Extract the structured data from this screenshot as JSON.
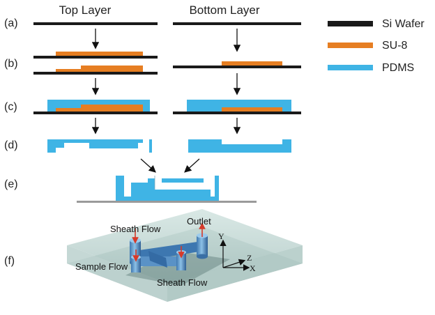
{
  "headers": {
    "top": "Top Layer",
    "bottom": "Bottom Layer"
  },
  "steps": [
    "(a)",
    "(b)",
    "(c)",
    "(d)",
    "(e)",
    "(f)"
  ],
  "legend": [
    {
      "label": "Si Wafer",
      "color": "#1a1a1a"
    },
    {
      "label": "SU-8",
      "color": "#e67e22"
    },
    {
      "label": "PDMS",
      "color": "#3fb4e5"
    }
  ],
  "device_labels": {
    "sheath_top": "Sheath Flow",
    "outlet": "Outlet",
    "sample": "Sample Flow",
    "sheath_bottom": "Sheath Flow"
  },
  "axes": {
    "y": "Y",
    "z": "Z",
    "x": "X"
  }
}
